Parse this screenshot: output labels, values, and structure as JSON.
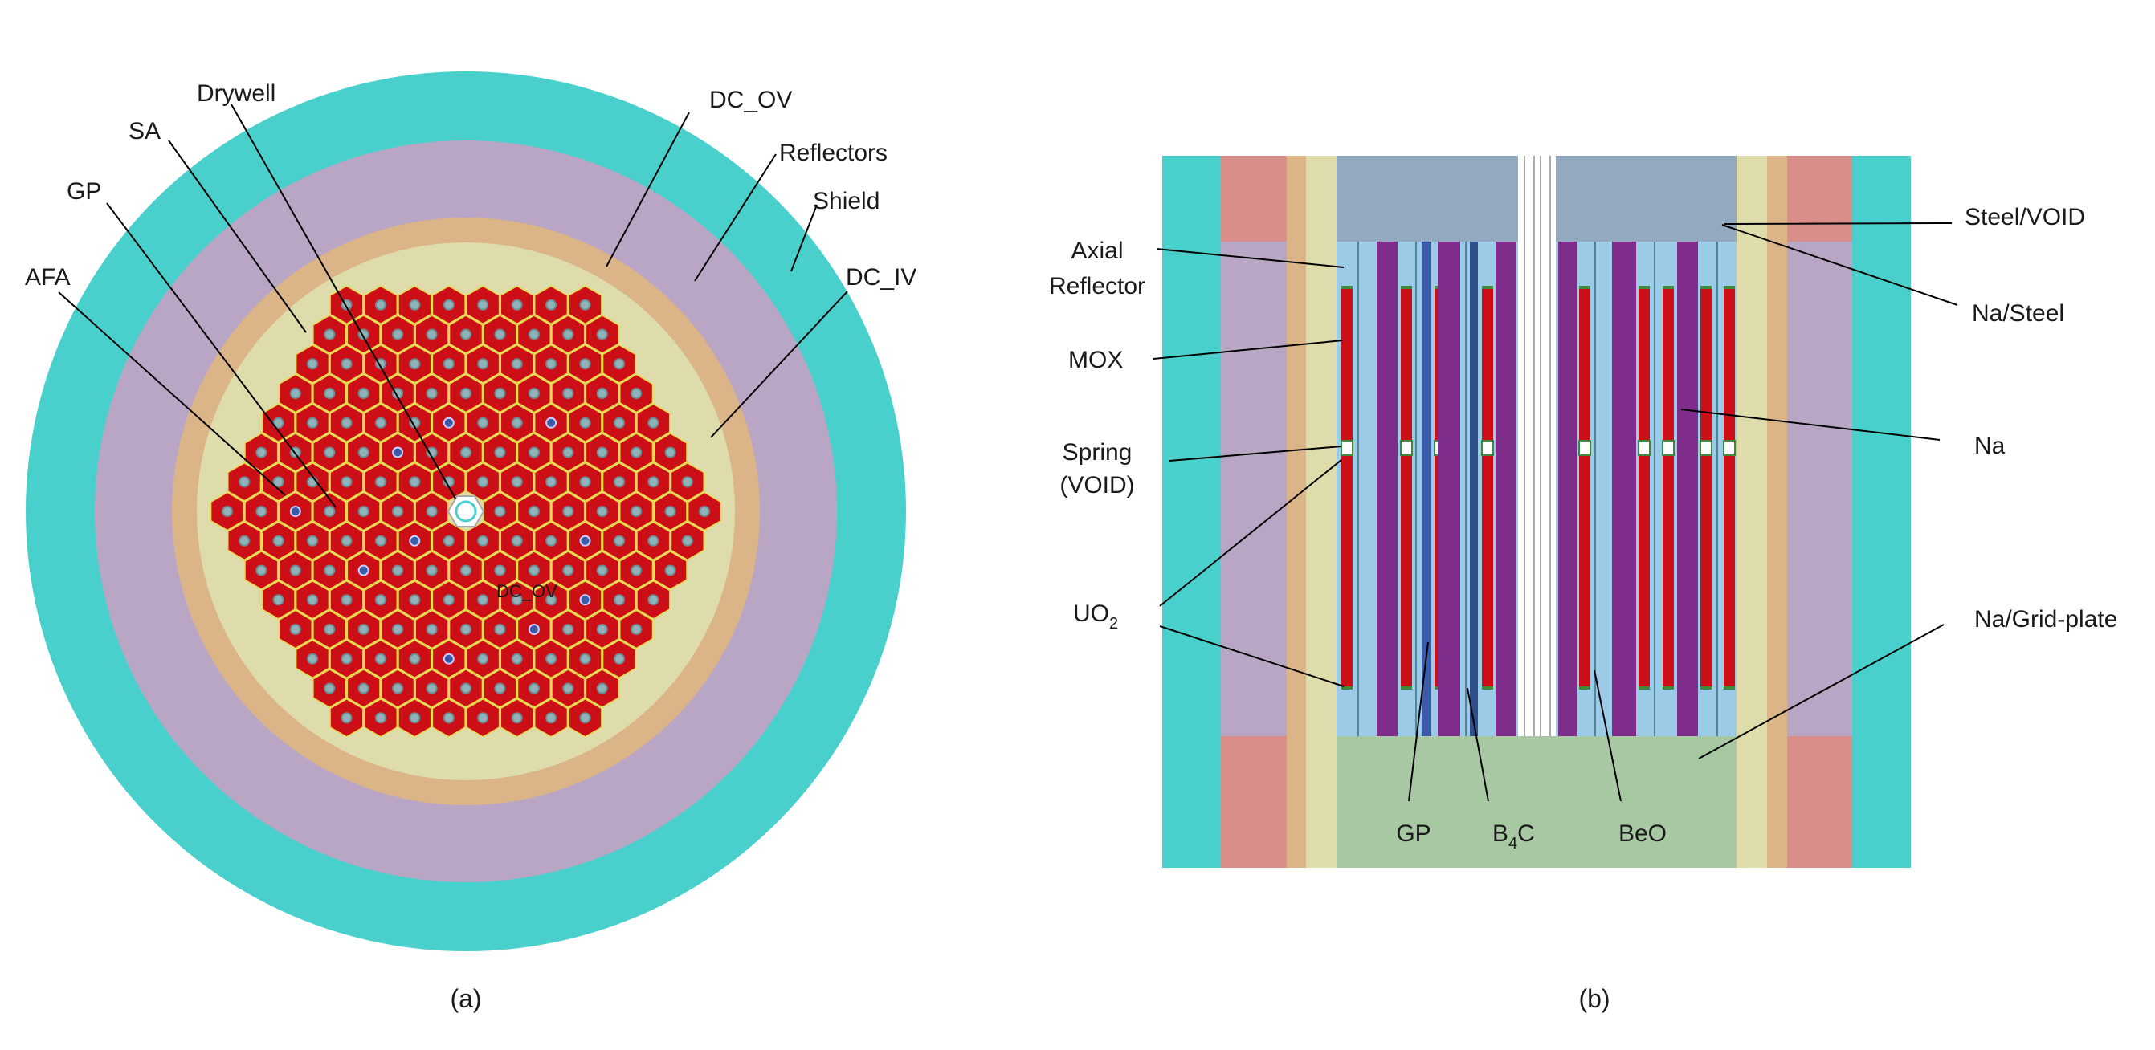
{
  "panel_a": {
    "caption": "(a)",
    "labels": {
      "drywell": "Drywell",
      "sa": "SA",
      "gp": "GP",
      "afa": "AFA",
      "dc_ov_top": "DC_OV",
      "reflectors": "Reflectors",
      "shield": "Shield",
      "dc_iv": "DC_IV",
      "dc_ov_inner": "DC_OV"
    }
  },
  "panel_b": {
    "caption": "(b)",
    "labels": {
      "axial_line1": "Axial",
      "axial_line2": "Reflector",
      "mox": "MOX",
      "spring_line1": "Spring",
      "spring_line2": "(VOID)",
      "uo2_main": "UO",
      "uo2_sub": "2",
      "gp": "GP",
      "b4c_main": "B",
      "b4c_sub": "4",
      "b4c_end": "C",
      "beo": "BeO",
      "steel_void": "Steel/VOID",
      "na_steel": "Na/Steel",
      "na": "Na",
      "na_grid": "Na/Grid-plate"
    }
  },
  "colors": {
    "shield_teal": "#4ad0cc",
    "reflector_lilac": "#b9a6c4",
    "steel_tan": "#dbb487",
    "inner_cream": "#dedcaa",
    "fuel_red": "#cc0e16",
    "fuel_pink": "#d98e8a",
    "beo_purple": "#7e2e8a",
    "gp_blue": "#3a5ba8",
    "na_lightblue": "#9ccbe8",
    "grid_green": "#a8c8a4",
    "steel_gray_blue": "#93a9bf"
  }
}
